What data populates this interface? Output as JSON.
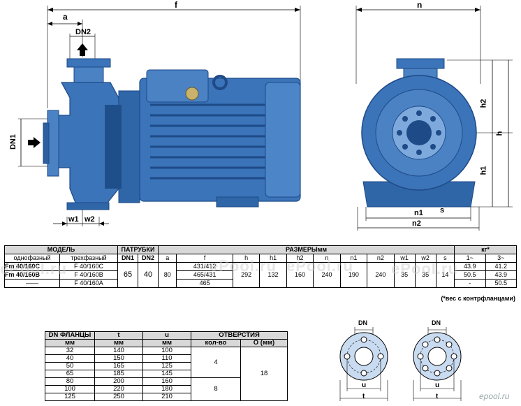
{
  "dims": {
    "a": "a",
    "f": "f",
    "dn2": "DN2",
    "dn1": "DN1",
    "w1": "w1",
    "w2": "w2",
    "n": "n",
    "h": "h",
    "h1": "h1",
    "h2": "h2",
    "s": "s",
    "n1": "n1",
    "n2": "n2"
  },
  "table1": {
    "model_header": "МОДЕЛЬ",
    "single_phase": "однофазный",
    "three_phase": "трехфазный",
    "ports_header": "ПАТРУБКИ",
    "dn1": "DN1",
    "dn2": "DN2",
    "sizes_header": "РАЗМЕРЫмм",
    "kg_header": "кг*",
    "dim_cols": [
      "a",
      "f",
      "h",
      "h1",
      "h2",
      "n",
      "n1",
      "n2",
      "w1",
      "w2",
      "s"
    ],
    "kg_cols": [
      "1~",
      "3~"
    ],
    "rows": [
      {
        "single": "Fm 40/160C",
        "three": "F 40/160C",
        "f": "431/412",
        "kg1": "43.9",
        "kg3": "41.2"
      },
      {
        "single": "Fm 40/160B",
        "three": "F 40/160B",
        "f": "465/431",
        "kg1": "50.5",
        "kg3": "43.9"
      },
      {
        "single": "——",
        "three": "F 40/160A",
        "f": "465",
        "kg1": "-",
        "kg3": "50.5"
      }
    ],
    "shared": {
      "dn1": "65",
      "dn2": "40",
      "a": "80",
      "h": "292",
      "h1": "132",
      "h2": "160",
      "n": "240",
      "n1": "190",
      "n2": "240",
      "w1": "35",
      "w2": "35",
      "s": "14"
    },
    "note": "(*вес с контрфланцами)"
  },
  "table2": {
    "col_dn": "DN ФЛАНЦЫ",
    "col_t": "t",
    "col_u": "u",
    "unit": "мм",
    "holes_header": "ОТВЕРСТИЯ",
    "count": "кол-во",
    "diam": "О (мм)",
    "rows": [
      {
        "dn": "32",
        "t": "140",
        "u": "100"
      },
      {
        "dn": "40",
        "t": "150",
        "u": "110"
      },
      {
        "dn": "50",
        "t": "165",
        "u": "125"
      },
      {
        "dn": "65",
        "t": "185",
        "u": "145"
      },
      {
        "dn": "80",
        "t": "200",
        "u": "160"
      },
      {
        "dn": "100",
        "t": "220",
        "u": "180"
      },
      {
        "dn": "125",
        "t": "250",
        "u": "210"
      }
    ],
    "count_a": "4",
    "count_b": "8",
    "hole_diam": "18"
  },
  "flange_labels": {
    "dn": "DN",
    "u": "u",
    "t": "t"
  },
  "watermarks": [
    "ePool.ru",
    "ePool.ru",
    "ePool.ru",
    "ePool.ru"
  ],
  "logo": "epool.ru",
  "colors": {
    "pump_blue": "#3b74b8",
    "pump_dark": "#1e4a87",
    "pump_light": "#7ea9dc",
    "header_gray": "#d8d8d8"
  }
}
